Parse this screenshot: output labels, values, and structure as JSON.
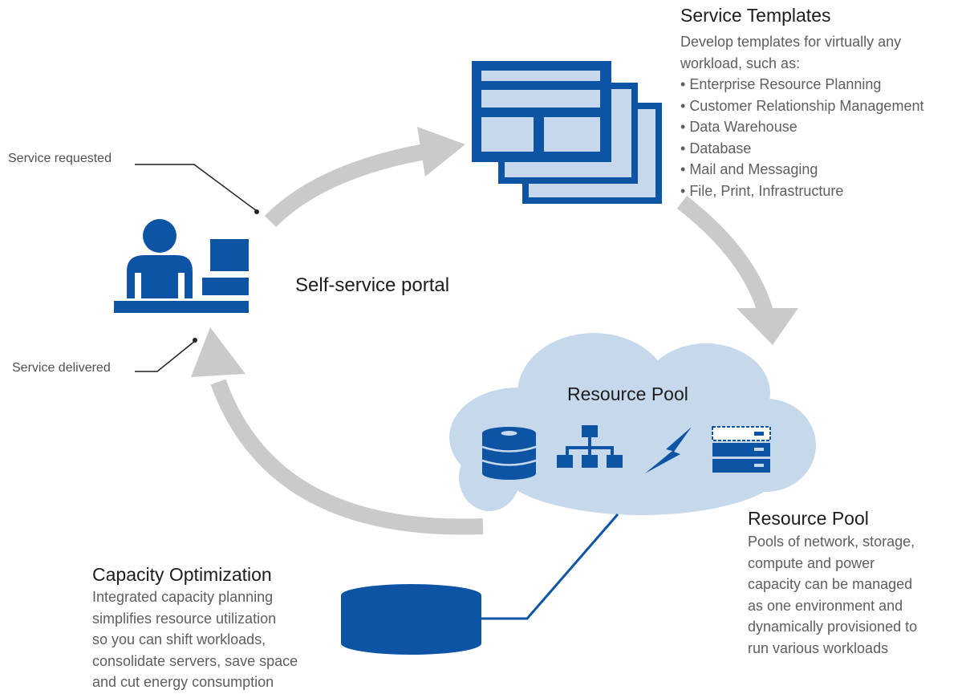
{
  "callouts": {
    "service_requested": "Service requested",
    "service_delivered": "Service delivered"
  },
  "portal": {
    "label": "Self-service portal"
  },
  "service_templates": {
    "title": "Service Templates",
    "intro_lines": [
      "Develop templates for virtually any",
      "workload, such as:"
    ],
    "items": [
      "Enterprise Resource Planning",
      "Customer Relationship Management",
      "Data Warehouse",
      "Database",
      "Mail and Messaging",
      "File, Print, Infrastructure"
    ]
  },
  "resource_pool_cloud": {
    "label": "Resource Pool"
  },
  "resource_pool": {
    "title": "Resource Pool",
    "lines": [
      "Pools of network, storage,",
      "compute and power",
      "capacity can be managed",
      "as one environment and",
      "dynamically provisioned to",
      "run various workloads"
    ]
  },
  "capacity_optimization": {
    "title": "Capacity Optimization",
    "lines": [
      "Integrated capacity planning",
      "simplifies resource utilization",
      "so you can shift workloads,",
      "consolidate servers, save space",
      "and cut energy consumption"
    ]
  },
  "colors": {
    "primary_blue": "#0d55a4",
    "cloud_fill": "#c5d8ec",
    "arrow_gray": "#cacaca"
  },
  "icons": [
    "person-at-computer-icon",
    "template-stack-icon",
    "database-icon",
    "network-icon",
    "lightning-icon",
    "server-icon",
    "storage-disk-icon"
  ]
}
